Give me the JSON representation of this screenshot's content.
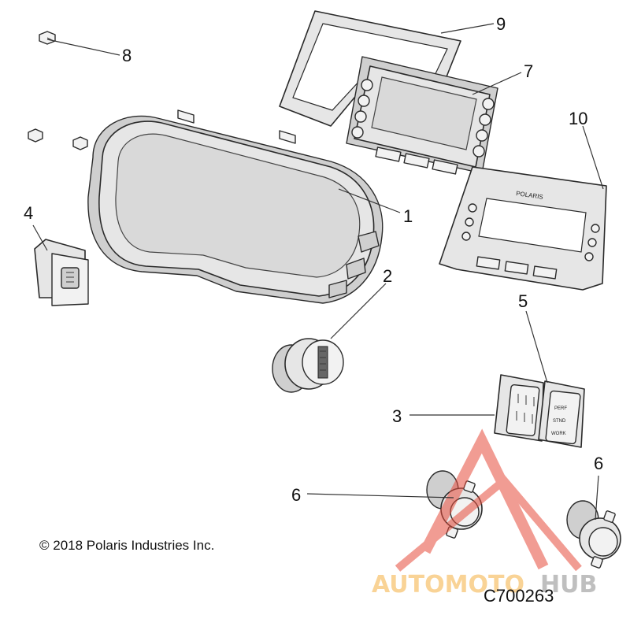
{
  "callouts": [
    {
      "number": "1"
    },
    {
      "number": "2"
    },
    {
      "number": "3"
    },
    {
      "number": "4"
    },
    {
      "number": "5"
    },
    {
      "number": "6"
    },
    {
      "number": "6"
    },
    {
      "number": "7"
    },
    {
      "number": "8"
    },
    {
      "number": "9"
    },
    {
      "number": "10"
    }
  ],
  "part_text": {
    "bezel_brand": "POLARIS",
    "switch_perf": "PERF",
    "switch_stnd": "STND",
    "switch_work": "WORK"
  },
  "copyright": "© 2018 Polaris Industries Inc.",
  "drawing_code": "C700263",
  "watermark": {
    "text_part1": "AUTOMOTO",
    "text_part2": "HUB",
    "color_orange": "#f5b041",
    "color_red": "#e74c3c",
    "color_gray": "#8c8c8c"
  }
}
